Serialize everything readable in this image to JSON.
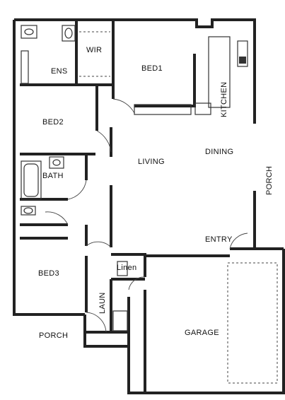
{
  "rooms": {
    "ens": "ENS",
    "wir": "WIR",
    "bed1": "BED1",
    "kitchen": "KITCHEN",
    "bed2": "BED2",
    "dining": "DINING",
    "living": "LIVING",
    "bath": "BATH",
    "porch_side": "PORCH",
    "entry": "ENTRY",
    "linen": "Linen",
    "bed3": "BED3",
    "laun": "LAUN",
    "garage": "GARAGE",
    "porch_front": "PORCH"
  }
}
